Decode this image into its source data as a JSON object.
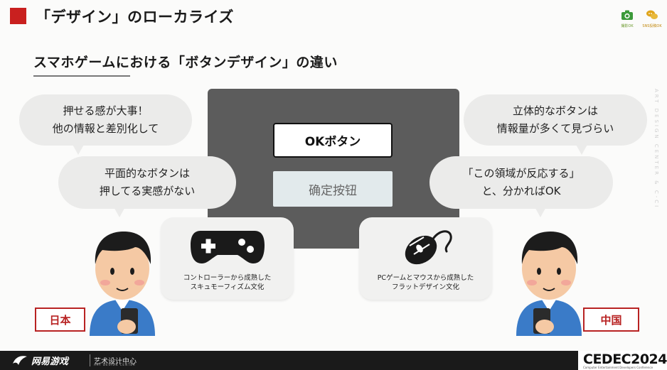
{
  "header": {
    "title": "「デザイン」のローカライズ",
    "badges": [
      {
        "label": "撮影OK",
        "icon": "camera-icon",
        "color": "#3c9a3a"
      },
      {
        "label": "SNS投稿OK",
        "icon": "chat-icon",
        "color": "#e0a51b"
      }
    ]
  },
  "section": {
    "title": "スマホゲームにおける「ボタンデザイン」の違い"
  },
  "side_text": "ART DESIGN CENTER & C-CI",
  "center": {
    "ok_button_label": "OKボタン",
    "flat_button_label": "确定按钮"
  },
  "left_bubbles": [
    {
      "lines": [
        "押せる感が大事！",
        "他の情報と差別化して"
      ]
    },
    {
      "lines": [
        "平面的なボタンは",
        "押してる実感がない"
      ]
    }
  ],
  "right_bubbles": [
    {
      "lines": [
        "立体的なボタンは",
        "情報量が多くて見づらい"
      ]
    },
    {
      "lines": [
        "「この領域が反応する」",
        "と、分かればOK"
      ]
    }
  ],
  "left_card": {
    "icon": "gamepad-icon",
    "lines": [
      "コントローラーから成熟した",
      "スキュモーフィズム文化"
    ]
  },
  "right_card": {
    "icon": "mouse-icon",
    "lines": [
      "PCゲームとマウスから成熟した",
      "フラットデザイン文化"
    ]
  },
  "countries": {
    "left": "日本",
    "right": "中国"
  },
  "footer": {
    "logo": "网易游戏",
    "sub": "艺术设计中心",
    "sub_en": "ART DESIGN CENTER",
    "cedec": "CEDEC2024",
    "cedec_sub": "Computer Entertainment Developers Conference"
  },
  "colors": {
    "accent_red": "#c9201f",
    "panel_gray": "#5c5c5c",
    "bubble_gray": "#ebebea"
  }
}
